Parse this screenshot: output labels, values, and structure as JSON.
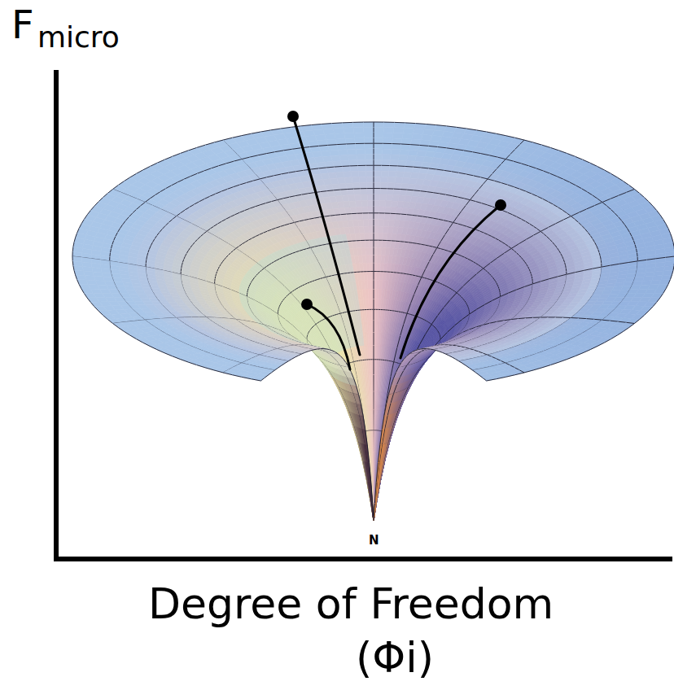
{
  "diagram": {
    "labels": [
      "F",
      "micro",
      "N",
      "Degree of Freedom",
      "(Φi)"
    ]
  }
}
